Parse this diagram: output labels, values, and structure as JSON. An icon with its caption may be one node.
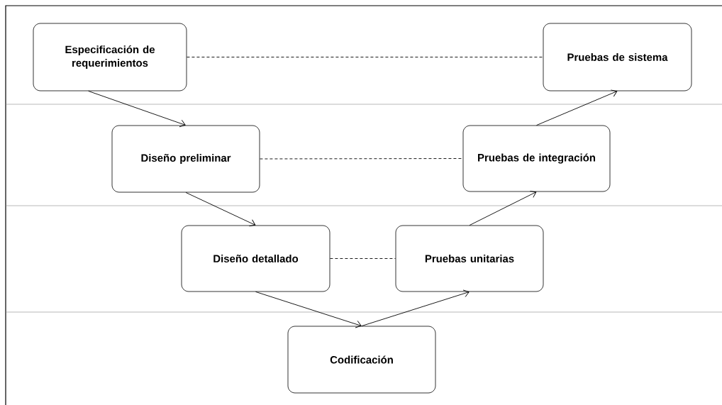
{
  "diagram": {
    "nodes": [
      {
        "text": [
          "Especificación de requerimientos"
        ]
      },
      {
        "text": [
          "Pruebas de sistema"
        ]
      },
      {
        "text": [
          "Diseño preliminar"
        ]
      },
      {
        "text": [
          "Pruebas de integración"
        ]
      },
      {
        "text": [
          "Diseño detallado"
        ]
      },
      {
        "text": [
          "Pruebas unitarias"
        ]
      },
      {
        "text": [
          "Codificación"
        ]
      }
    ],
    "edges": [
      {
        "from": 0,
        "to": 1,
        "arrow": "none",
        "style": "dashed"
      },
      {
        "from": 2,
        "to": 3,
        "arrow": "none",
        "style": "dashed"
      },
      {
        "from": 4,
        "to": 5,
        "arrow": "none",
        "style": "dashed"
      },
      {
        "from": 0,
        "to": 2,
        "arrow": "to"
      },
      {
        "from": 2,
        "to": 4,
        "arrow": "to"
      },
      {
        "from": 4,
        "to": 6,
        "arrow": "to"
      },
      {
        "from": 6,
        "to": 5,
        "arrow": "to"
      },
      {
        "from": 5,
        "to": 3,
        "arrow": "to"
      },
      {
        "from": 3,
        "to": 1,
        "arrow": "to"
      }
    ]
  }
}
